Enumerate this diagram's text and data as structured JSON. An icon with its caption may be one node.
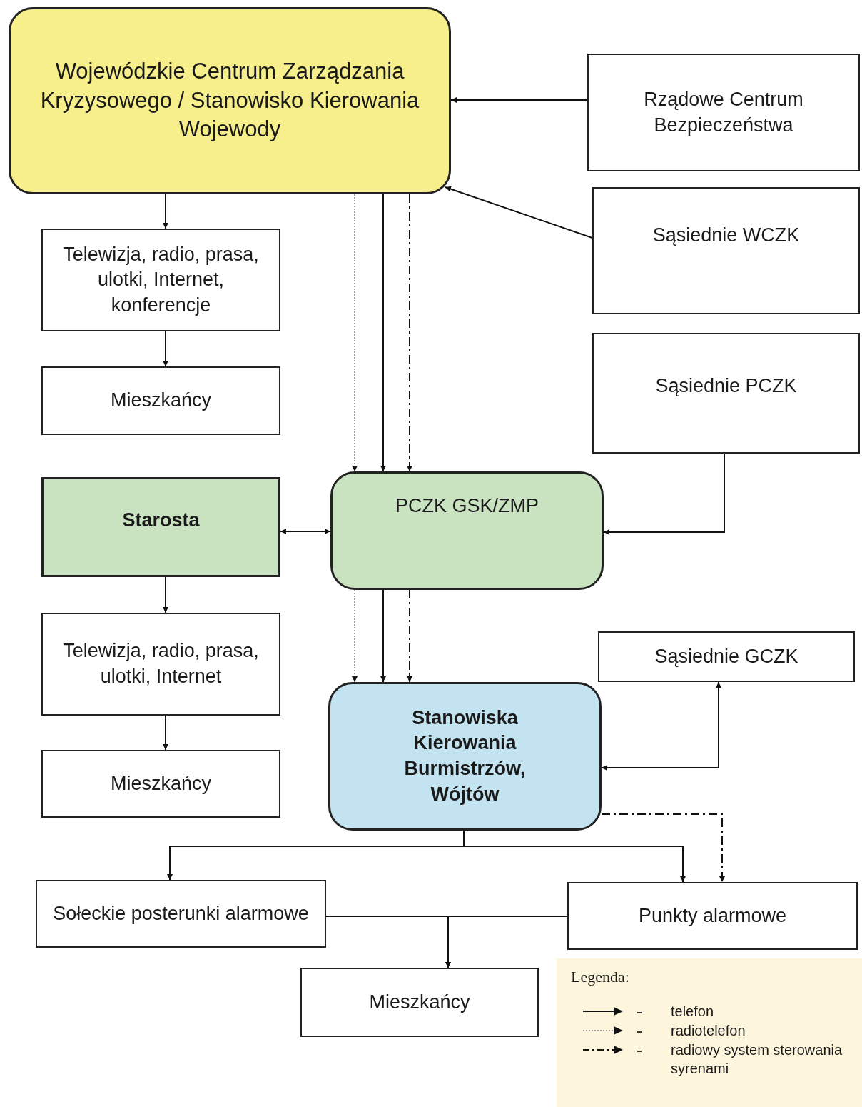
{
  "diagram": {
    "nodes": [
      {
        "text": [
          "Wojewódzkie Centrum Zarządzania Kryzysowego / Stanowisko Kierowania Wojewody"
        ]
      },
      {
        "text": [
          "Rządowe Centrum Bezpieczeństwa"
        ]
      },
      {
        "text": [
          "Sąsiednie WCZK"
        ]
      },
      {
        "text": [
          "Telewizja, radio, prasa, ulotki, Internet, konferencje"
        ]
      },
      {
        "text": [
          "Mieszkańcy"
        ]
      },
      {
        "text": [
          "Sąsiednie PCZK"
        ]
      },
      {
        "text": [
          "Starosta"
        ]
      },
      {
        "text": [
          "PCZK GSK/ZMP"
        ]
      },
      {
        "text": [
          "Telewizja, radio, prasa, ulotki, Internet"
        ]
      },
      {
        "text": [
          "Mieszkańcy"
        ]
      },
      {
        "text": [
          "Sąsiednie GCZK"
        ]
      },
      {
        "text": [
          "Stanowiska Kierowania Burmistrzów, Wójtów"
        ]
      },
      {
        "text": [
          "Sołeckie posterunki alarmowe"
        ]
      },
      {
        "text": [
          "Punkty alarmowe"
        ]
      },
      {
        "text": [
          "Mieszkańcy"
        ]
      }
    ],
    "edges": [
      {
        "from": 1,
        "to": 0,
        "arrow": "to"
      },
      {
        "from": 2,
        "to": 0,
        "arrow": "to"
      },
      {
        "from": 0,
        "to": 3,
        "arrow": "to"
      },
      {
        "from": 3,
        "to": 4,
        "arrow": "to"
      },
      {
        "from": 0,
        "to": 7,
        "arrow": "to",
        "style": "dashed",
        "color": "#a0a0a0"
      },
      {
        "from": 0,
        "to": 7,
        "arrow": "to"
      },
      {
        "from": 0,
        "to": 7,
        "arrow": "to",
        "style": "dashed"
      },
      {
        "from": 6,
        "to": 7,
        "arrow": "both"
      },
      {
        "from": 5,
        "to": 7,
        "arrow": "to"
      },
      {
        "from": 7,
        "to": 11,
        "arrow": "to",
        "style": "dashed",
        "color": "#a0a0a0"
      },
      {
        "from": 7,
        "to": 11,
        "arrow": "to"
      },
      {
        "from": 7,
        "to": 11,
        "arrow": "to",
        "style": "dashed"
      },
      {
        "from": 6,
        "to": 8,
        "arrow": "to"
      },
      {
        "from": 8,
        "to": 9,
        "arrow": "to"
      },
      {
        "from": 11,
        "to": 10,
        "arrow": "both"
      },
      {
        "from": 11,
        "to": 12,
        "arrow": "to"
      },
      {
        "from": 11,
        "to": 13,
        "arrow": "to"
      },
      {
        "from": 11,
        "to": 13,
        "arrow": "to",
        "style": "dashed"
      },
      {
        "from": 12,
        "to": 14,
        "arrow": "to"
      },
      {
        "from": 13,
        "to": 14,
        "arrow": "to"
      }
    ],
    "labels": [
      "Legenda:"
    ],
    "legend": [
      {
        "text": "telefon"
      },
      {
        "text": "radiotelefon"
      },
      {
        "text": "radiowy system sterowania syrenami"
      }
    ]
  }
}
